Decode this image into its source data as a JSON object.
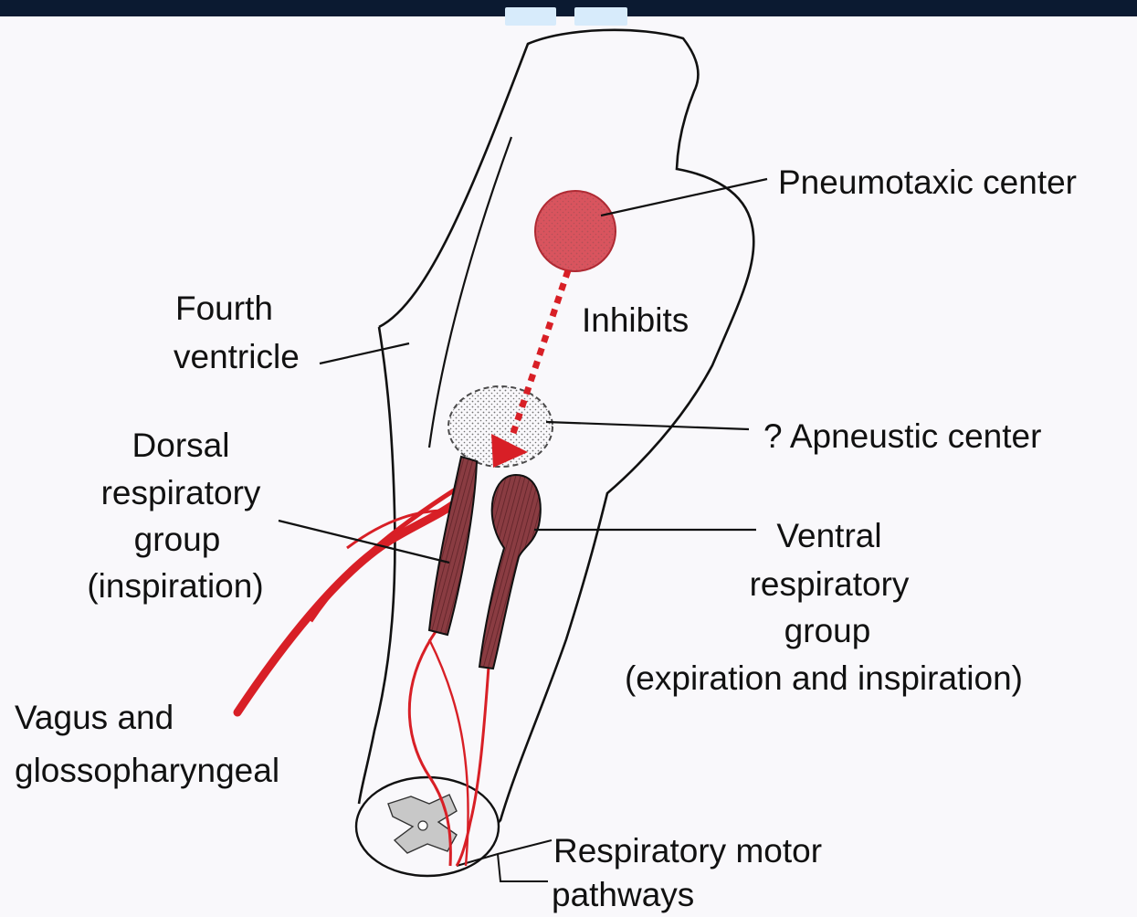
{
  "diagram": {
    "labels": {
      "pneumotaxic_center": "Pneumotaxic center",
      "inhibits": "Inhibits",
      "fourth_ventricle_line1": "Fourth",
      "fourth_ventricle_line2": "ventricle",
      "apneustic_center": "? Apneustic center",
      "dorsal_line1": "Dorsal",
      "dorsal_line2": "respiratory",
      "dorsal_line3": "group",
      "dorsal_line4": "(inspiration)",
      "ventral_line1": "Ventral",
      "ventral_line2": "respiratory",
      "ventral_line3": "group",
      "ventral_line4": "(expiration and inspiration)",
      "vagus_line1": "Vagus and",
      "vagus_line2": "glossopharyngeal",
      "motor_line1": "Respiratory motor",
      "motor_line2": "pathways"
    },
    "colors": {
      "nerve_red": "#d81f26",
      "center_fill": "#d9545e",
      "group_fill": "#8a3c42",
      "outline": "#111111",
      "background": "#f9f8fb",
      "top_bar": "#0b1a31",
      "top_tab": "#d7ebfb",
      "gray_matter": "#c8c8c8"
    }
  }
}
